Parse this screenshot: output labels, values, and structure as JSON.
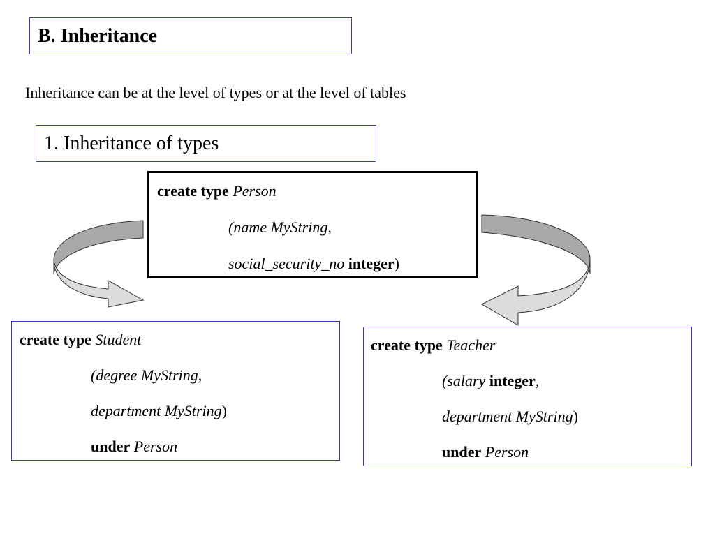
{
  "section_title": "B. Inheritance",
  "intro": "Inheritance can be at the level of types or at the level of tables",
  "subsection_title": "1. Inheritance of types",
  "colors": {
    "box_border": "#3b3bb3",
    "arrow_dark": "#a9a9a9",
    "arrow_light": "#dcdcdc"
  },
  "person": {
    "kw_create_type": "create type",
    "name": "Person",
    "line2": "(name MyString,",
    "line3_attr": "social_security_no",
    "line3_type": "integer",
    "line3_close": ")"
  },
  "student": {
    "kw_create_type": "create type",
    "name": "Student",
    "line2": "(degree MyString,",
    "line3_attr": "department MyString",
    "line3_close": ")",
    "kw_under": "under",
    "parent": "Person"
  },
  "teacher": {
    "kw_create_type": "create type",
    "name": "Teacher",
    "line2_open": "(salary",
    "line2_type": "integer",
    "line2_comma": ",",
    "line3_attr": "department MyString",
    "line3_close": ")",
    "kw_under": "under",
    "parent": "Person"
  }
}
